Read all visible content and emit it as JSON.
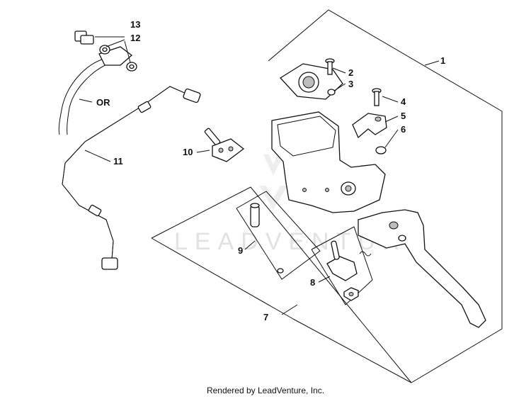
{
  "watermark": "LEADVENTURE",
  "caption": "Rendered by LeadVenture, Inc.",
  "callouts": {
    "c1": "1",
    "c2": "2",
    "c3": "3",
    "c4": "4",
    "c5": "5",
    "c6": "6",
    "c7": "7",
    "c8": "8",
    "c9": "9",
    "c10": "10",
    "c11": "11",
    "c12": "12",
    "c13": "13",
    "or": "OR"
  }
}
